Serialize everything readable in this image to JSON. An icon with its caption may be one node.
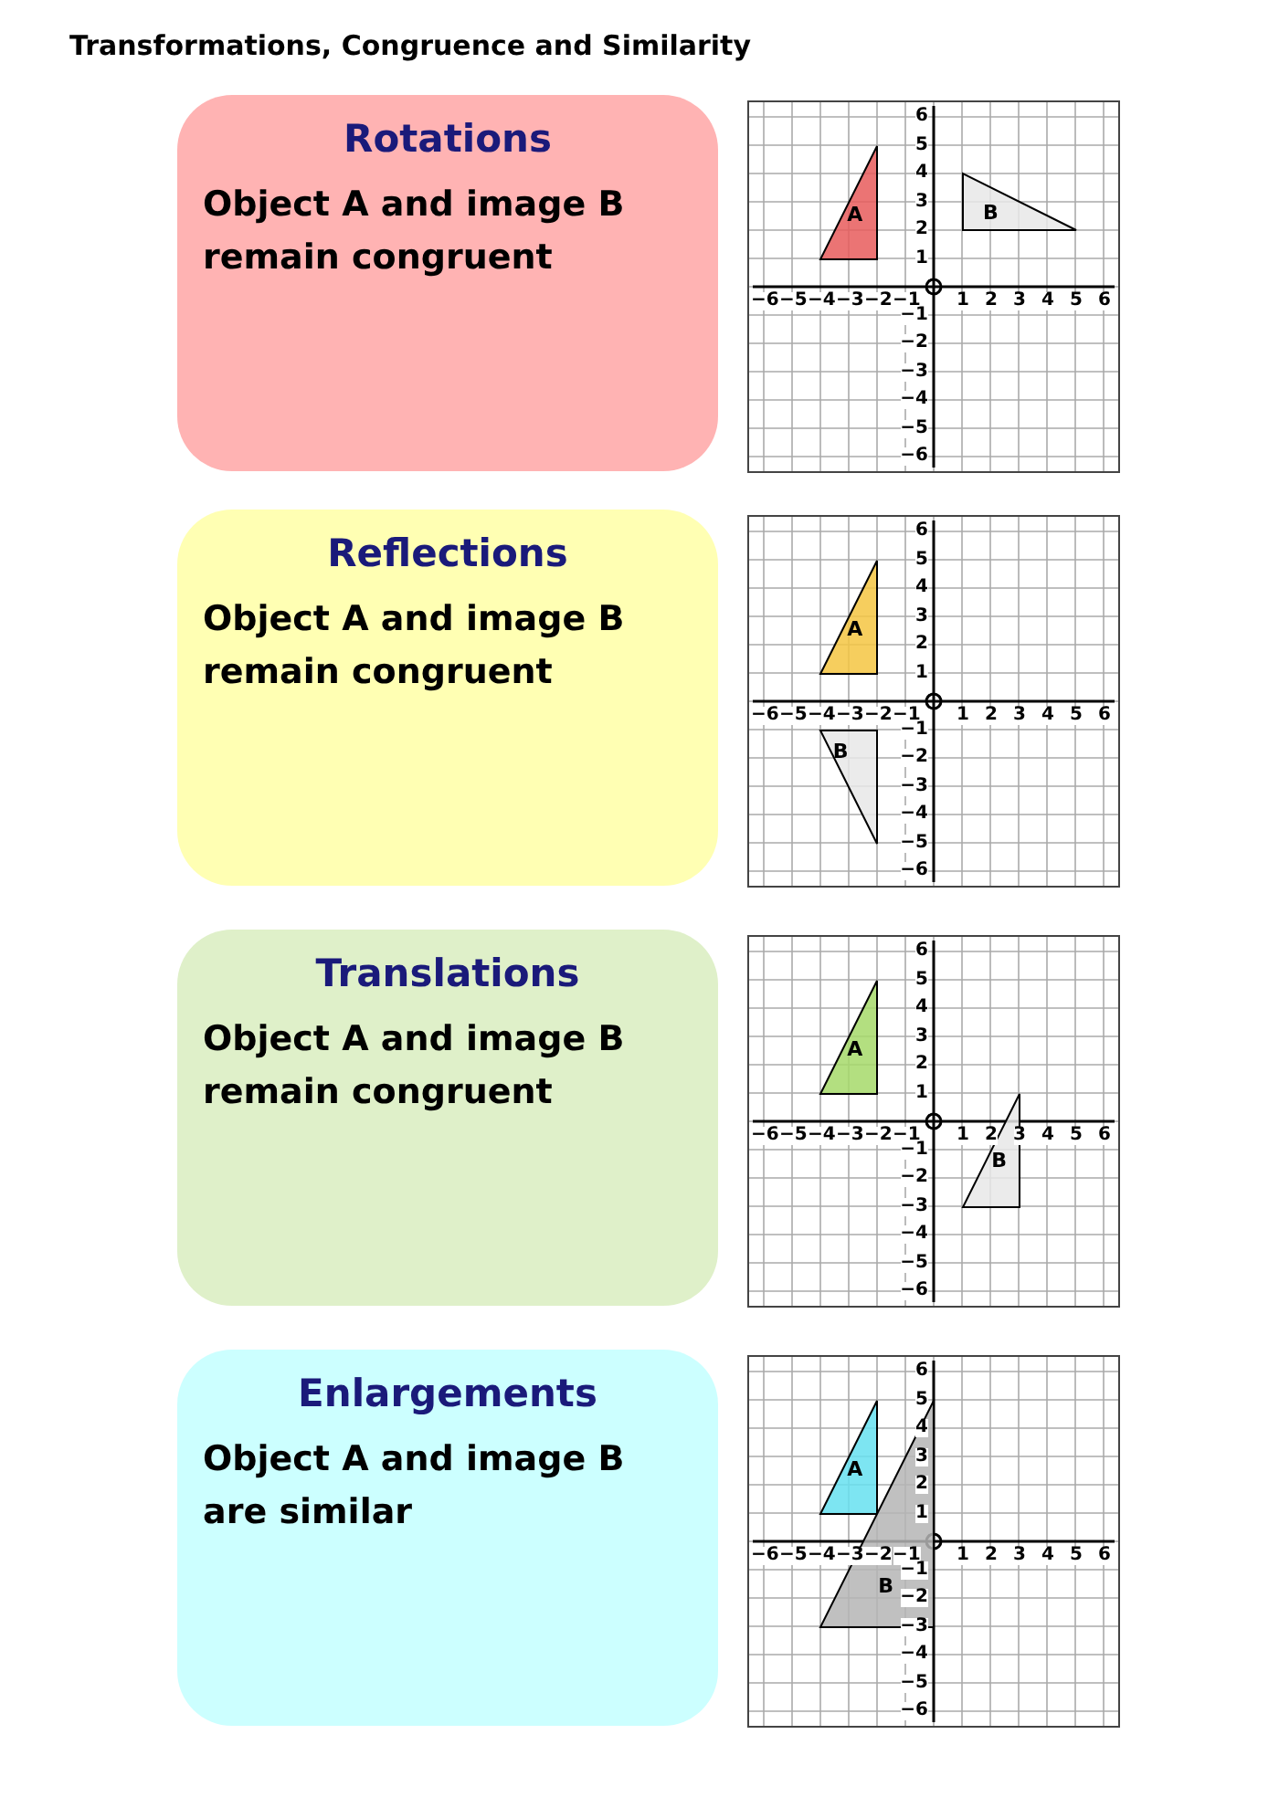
{
  "diagram": {
    "title": "Transformations, Congruence and Similarity",
    "nodes": [
      {
        "text": [
          "Rotations",
          "Object A and image B remain congruent"
        ]
      },
      {
        "text": [],
        "shape": "picture"
      },
      {
        "text": [
          "A"
        ],
        "in": 1
      },
      {
        "text": [
          "B"
        ],
        "in": 1
      },
      {
        "text": [
          "Reflections",
          "Object A and image B remain congruent"
        ]
      },
      {
        "text": [],
        "shape": "picture"
      },
      {
        "text": [
          "A"
        ],
        "in": 5
      },
      {
        "text": [
          "B"
        ],
        "in": 5
      },
      {
        "text": [
          "Translations",
          "Object A and image B remain congruent"
        ]
      },
      {
        "text": [],
        "shape": "picture"
      },
      {
        "text": [
          "A"
        ],
        "in": 9
      },
      {
        "text": [
          "B"
        ],
        "in": 9
      },
      {
        "text": [
          "Enlargements",
          "Object A and image B are similar"
        ]
      },
      {
        "text": [],
        "shape": "picture"
      },
      {
        "text": [
          "A"
        ],
        "in": 13
      },
      {
        "text": [
          "B"
        ],
        "in": 13
      }
    ],
    "labels": [
      "6",
      "5",
      "4",
      "3",
      "2",
      "1",
      "−6",
      "−5",
      "−4",
      "−3",
      "−2",
      "−1",
      "1",
      "2",
      "3",
      "4",
      "5",
      "6",
      "−1",
      "−2",
      "−3",
      "−4",
      "−5",
      "−6",
      "6",
      "5",
      "4",
      "3",
      "2",
      "1",
      "−6",
      "−5",
      "−4",
      "−3",
      "−2",
      "−1",
      "1",
      "2",
      "3",
      "4",
      "5",
      "6",
      "−1",
      "−2",
      "−3",
      "−4",
      "−5",
      "−6",
      "6",
      "5",
      "4",
      "3",
      "2",
      "1",
      "−6",
      "−5",
      "−4",
      "−3",
      "−2",
      "−1",
      "1",
      "2",
      "3",
      "4",
      "5",
      "6",
      "−1",
      "−2",
      "−3",
      "−4",
      "−5",
      "−6",
      "6",
      "5",
      "4",
      "3",
      "2",
      "1",
      "−6",
      "−5",
      "−4",
      "−3",
      "−2",
      "−1",
      "1",
      "2",
      "3",
      "4",
      "5",
      "6",
      "−1",
      "−2",
      "−3",
      "−4",
      "−5",
      "−6"
    ]
  }
}
